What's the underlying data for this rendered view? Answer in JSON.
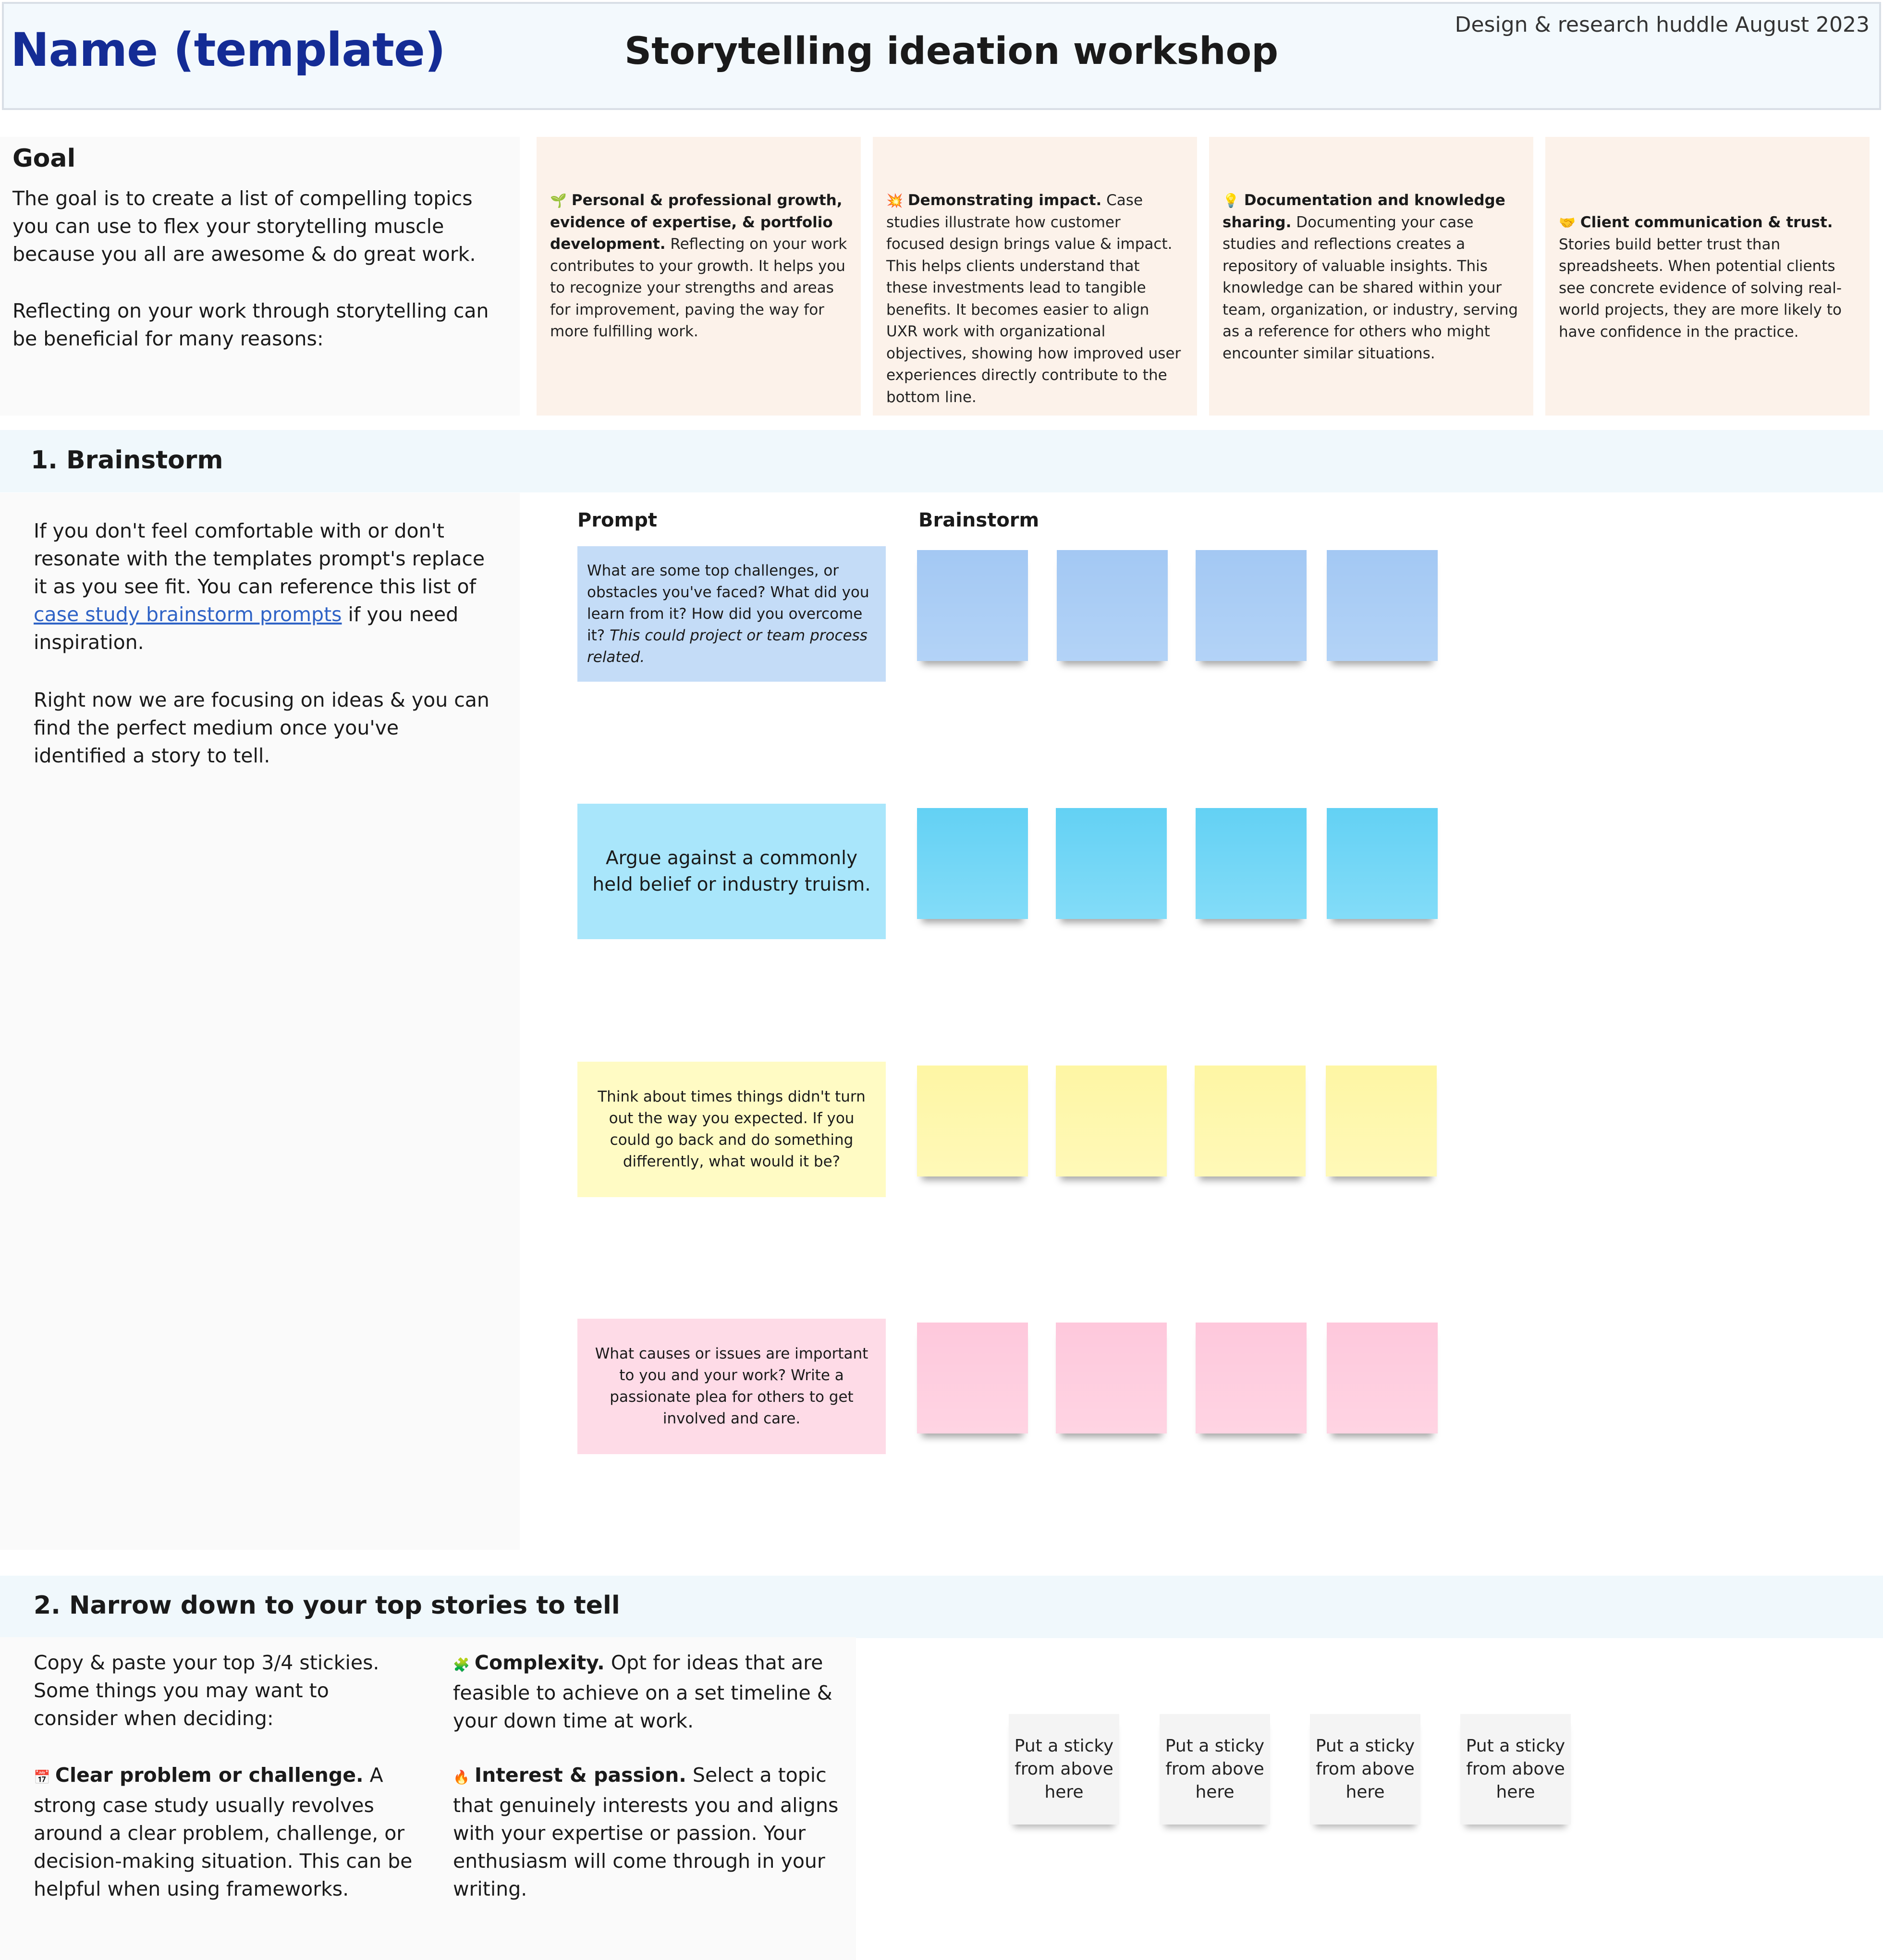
{
  "header": {
    "name_title": "Name (template)",
    "workshop_title": "Storytelling ideation workshop",
    "huddle": "Design & research huddle August 2023"
  },
  "goal": {
    "heading": "Goal",
    "paragraph1": "The goal is to create a list of compelling topics you can use to flex your storytelling muscle because you all are awesome & do great work.",
    "paragraph2": "Reflecting on your work through storytelling can be beneficial for many reasons:"
  },
  "reasons": [
    {
      "icon": "seedling-icon",
      "glyph": "🌱",
      "title": "Personal & professional growth, evidence of expertise, & portfolio development.",
      "body": "Reflecting on your work contributes to your growth. It helps you to recognize your strengths and areas for improvement, paving the way for more fulfilling work."
    },
    {
      "icon": "collision-icon",
      "glyph": "💥",
      "title": "Demonstrating impact.",
      "body": "Case studies illustrate how customer focused design brings value & impact. This helps clients understand that these investments lead to tangible benefits. It becomes easier to align UXR work with organizational objectives, showing how improved user experiences directly contribute to the bottom line."
    },
    {
      "icon": "lightbulb-icon",
      "glyph": "💡",
      "title": "Documentation and knowledge sharing.",
      "body": "Documenting your case studies and reflections creates a repository of valuable insights. This knowledge can be shared within your team, organization, or industry, serving as a reference for others who might encounter similar situations."
    },
    {
      "icon": "handshake-icon",
      "glyph": "🤝",
      "title": "Client communication & trust.",
      "body": "Stories build better trust than spreadsheets. When potential clients see concrete evidence of solving real-world projects, they are more likely to have confidence in the practice."
    }
  ],
  "brainstorm": {
    "section_title": "1. Brainstorm",
    "intro_before_link": "If you don't feel comfortable with or don't resonate with the templates prompt's replace it as you see fit. You can reference this list of ",
    "link_text": "case study brainstorm prompts",
    "intro_after_link": " if you need inspiration.",
    "paragraph2": "Right now we are focusing on ideas & you can find the perfect medium once you've identified a story to tell.",
    "prompt_label": "Prompt",
    "brainstorm_label": "Brainstorm",
    "prompts": [
      {
        "text": "What are some top challenges, or obstacles you've faced? What did you learn from it? How did you overcome it?",
        "italic": "This could project or team process related.",
        "color": "#c4dcf7"
      },
      {
        "text": "Argue against a commonly held belief or industry truism.",
        "italic": "",
        "color": "#a9e6fb"
      },
      {
        "text": "Think about times things didn't turn out the way you expected. If you could go back and do something differently, what would it be?",
        "italic": "",
        "color": "#fffbc4"
      },
      {
        "text": "What causes or issues are important to you and your work? Write a passionate plea for others to get involved and care.",
        "italic": "",
        "color": "#fedbe7"
      }
    ]
  },
  "narrow": {
    "section_title": "2. Narrow down to your top stories to tell",
    "intro": "Copy & paste your top 3/4 stickies. Some things you may want to consider when deciding:",
    "criteria": [
      {
        "icon": "calendar-icon",
        "glyph": "📅",
        "title": "Clear problem or challenge.",
        "body": "A strong case study usually revolves around a clear problem, challenge, or decision-making situation. This can be helpful when using frameworks."
      },
      {
        "icon": "puzzle-icon",
        "glyph": "🧩",
        "title": "Complexity.",
        "body": "Opt for ideas that are feasible to achieve on a set timeline & your down time at work."
      },
      {
        "icon": "fire-icon",
        "glyph": "🔥",
        "title": "Interest & passion.",
        "body": "Select a topic that genuinely interests you and aligns with your expertise or passion. Your enthusiasm will come through in your writing."
      }
    ],
    "placeholder_sticky": "Put a sticky from above here"
  }
}
